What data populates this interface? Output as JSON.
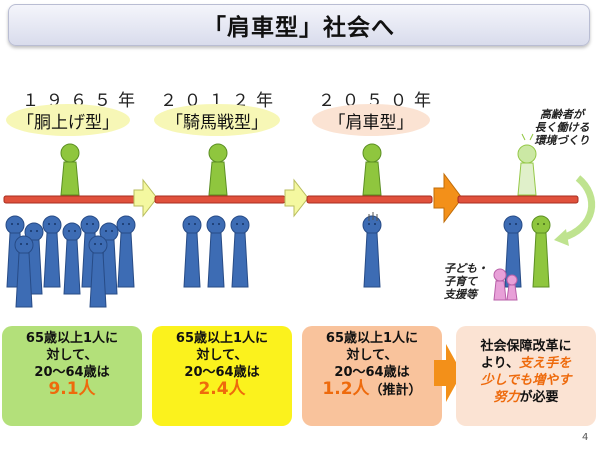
{
  "title": "「肩車型」社会へ",
  "eras": [
    {
      "year": "１９６５年",
      "type_label": "「胴上げ型」"
    },
    {
      "year": "２０１２年",
      "type_label": "「騎馬戦型」"
    },
    {
      "year": "２０５０年",
      "type_label": "「肩車型」"
    }
  ],
  "boxes": [
    {
      "line1": "65歳以上1人に",
      "line2": "対して、",
      "line3": "20～64歳は",
      "value": "9.1人",
      "suffix": ""
    },
    {
      "line1": "65歳以上1人に",
      "line2": "対して、",
      "line3": "20～64歳は",
      "value": "2.4人",
      "suffix": ""
    },
    {
      "line1": "65歳以上1人に",
      "line2": "対して、",
      "line3": "20～64歳は",
      "value": "1.2人",
      "suffix": "（推計）"
    }
  ],
  "reform": {
    "line1": "社会保障改革に",
    "line2_pre": "より、",
    "line2_em": "支え手を",
    "line3_em": "少しでも増やす",
    "line4_em": "努力",
    "line4_post": "が必要"
  },
  "side_top": {
    "line1": "高齢者が",
    "line2": "長く働ける",
    "line3": "環境づくり"
  },
  "side_bottom": {
    "line1": "子ども・",
    "line2": "子育て",
    "line3": "支援等"
  },
  "page_number": "4",
  "colors": {
    "elder": "#8fc63e",
    "worker": "#3d6cb4",
    "plank": "#e0513c",
    "arrow_yellow": "#f4f8a0",
    "arrow_orange": "#f39019"
  }
}
